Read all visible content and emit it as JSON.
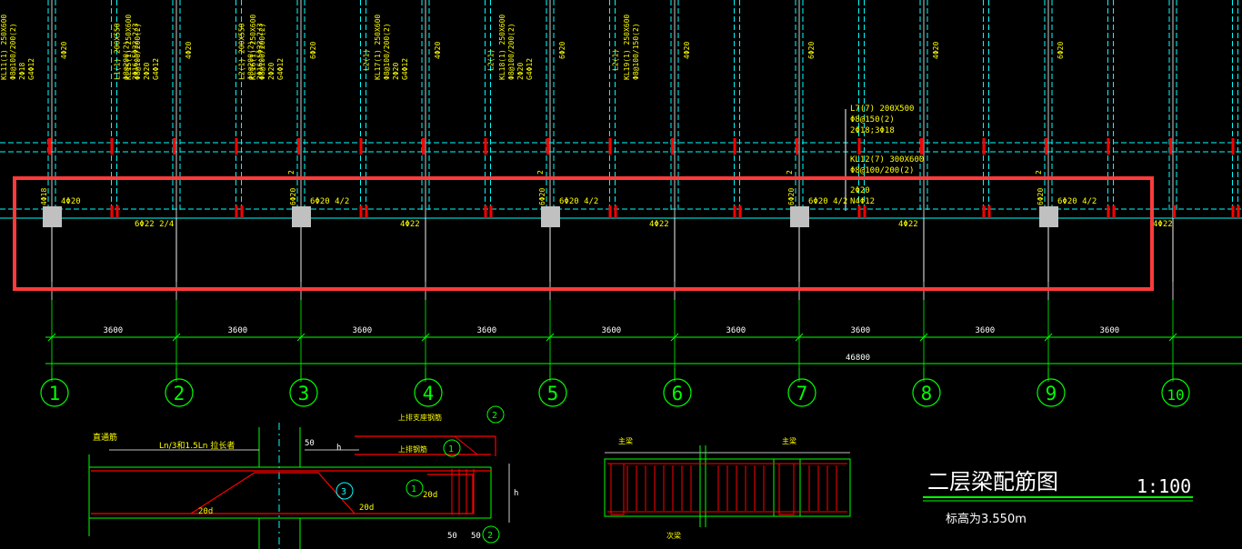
{
  "colors": {
    "background": "#000000",
    "green": "#00ff00",
    "cyan": "#00ffff",
    "yellow": "#ffff00",
    "red": "#ff0000",
    "white": "#ffffff",
    "highlight": "#ff3b3b",
    "column": "#c0c0c0"
  },
  "axes": [
    "1",
    "2",
    "3",
    "4",
    "5",
    "6",
    "7",
    "8",
    "9",
    "10"
  ],
  "bay_dims": [
    "3600",
    "3600",
    "3600",
    "3600",
    "3600",
    "3600",
    "3600",
    "3600",
    "3600",
    "3600"
  ],
  "total_dim": "46800",
  "upper_beam_labels": [
    {
      "lines": [
        "KL11(1) 250X600",
        "Φ8@100/200(2)",
        "2Φ18",
        "G4Φ12"
      ]
    },
    {
      "lines": [
        "L1(1) 200X550",
        "Φ8@200(2)",
        "2Φ16;5Φ22 2/3"
      ]
    },
    {
      "lines": [
        "KL15(1) 250X600",
        "Φ8@100/200(2)",
        "2Φ20",
        "G4Φ12"
      ]
    },
    {
      "lines": [
        "L2(1) 200X550",
        "Φ8@200(2)",
        "2Φ16;5Φ22 2/3"
      ]
    },
    {
      "lines": [
        "KL16(1) 250X600",
        "Φ8@100/200(2)",
        "2Φ20",
        "G4Φ12"
      ]
    },
    {
      "lines": [
        "L2(1)"
      ]
    },
    {
      "lines": [
        "KL17(1) 250X600",
        "Φ8@100/200(2)",
        "2Φ20",
        "G4Φ12"
      ]
    },
    {
      "lines": [
        "L2(1)"
      ]
    },
    {
      "lines": [
        "KL18(1) 250X600",
        "Φ8@100/200(2)",
        "2Φ20",
        "G4Φ12"
      ]
    },
    {
      "lines": [
        "L2(1)"
      ]
    },
    {
      "lines": [
        "KL19(1) 250X600",
        "Φ8@100/150(2)"
      ]
    }
  ],
  "upper_small_labels": [
    "4Φ20",
    "4Φ20",
    "6Φ20",
    "4Φ20",
    "6Φ20",
    "4Φ20",
    "6Φ20",
    "4Φ20",
    "6Φ20"
  ],
  "l7_note": [
    "L7(7) 200X500",
    "Φ8@150(2)",
    "2Φ18;3Φ18"
  ],
  "kl12_note": [
    "KL12(7) 300X600",
    "Φ8@100/200(2)",
    "2Φ20",
    "N4Φ12"
  ],
  "support_labels": [
    "4Φ18",
    "6Φ20",
    "6Φ20",
    "6Φ20",
    "6Φ20"
  ],
  "support_suffix": [
    "4Φ20",
    "6Φ20 4/2",
    "6Φ20 4/2",
    "6Φ20 4/2",
    "6Φ20 4/2"
  ],
  "two_slash": "2",
  "bottom_bar_labels": [
    "6Φ22 2/4",
    "4Φ22",
    "4Φ22",
    "4Φ22",
    "4Φ22",
    "Φ22"
  ],
  "drawing_title": "二层梁配筋图",
  "scale": "1:100",
  "elevation": "标高为3.550m",
  "detail_labels": {
    "top_through": "直通筋",
    "anchor": "Ln/3和1.5Ln 拉长者",
    "upper_extra": "上排支座钢筋",
    "upper_row": "上排钢筋",
    "d50": "50",
    "h": "h",
    "h2": "h",
    "d20_1": "20d",
    "d20_2": "20d",
    "d20_3": "20d",
    "main_bar_1": "主梁",
    "main_bar_2": "主梁",
    "secondary": "次梁",
    "c1": "1",
    "c2": "2",
    "c3": "3",
    "c1b": "1",
    "c2b": "2",
    "n50a": "50",
    "n50b": "50"
  }
}
